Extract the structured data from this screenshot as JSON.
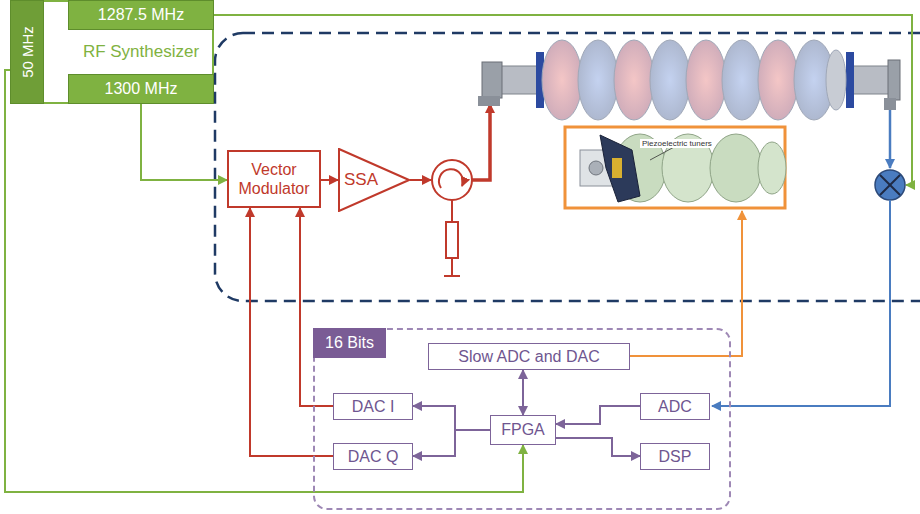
{
  "diagram": {
    "nodes": [
      {
        "text": [
          "RF Synthesizer"
        ]
      },
      {
        "text": [
          "1287.5 MHz"
        ],
        "in": 0
      },
      {
        "text": [
          "1300 MHz"
        ],
        "in": 0
      },
      {
        "text": [
          "50 MHz"
        ],
        "in": 0
      },
      {
        "text": [
          "Vector Modulator"
        ]
      },
      {
        "text": [
          "SSA"
        ]
      },
      {
        "text": [
          "16 Bits"
        ]
      },
      {
        "text": [
          "Slow ADC and DAC"
        ],
        "in": 6
      },
      {
        "text": [
          "DAC I"
        ],
        "in": 6
      },
      {
        "text": [
          "FPGA"
        ],
        "in": 6
      },
      {
        "text": [
          "ADC"
        ],
        "in": 6
      },
      {
        "text": [
          "DAC Q"
        ],
        "in": 6
      },
      {
        "text": [
          "DSP"
        ],
        "in": 6
      }
    ],
    "edges": [
      {
        "from": 2,
        "to": 4,
        "arrow": "to"
      },
      {
        "from": 4,
        "to": 5,
        "arrow": "to"
      },
      {
        "from": 3,
        "to": 9,
        "arrow": "to"
      },
      {
        "from": 8,
        "to": 4,
        "arrow": "to"
      },
      {
        "from": 11,
        "to": 4,
        "arrow": "to"
      },
      {
        "from": 9,
        "to": 8,
        "arrow": "to"
      },
      {
        "from": 9,
        "to": 11,
        "arrow": "to"
      },
      {
        "from": 7,
        "to": 9,
        "arrow": "both"
      },
      {
        "from": 10,
        "to": 9,
        "arrow": "to"
      },
      {
        "from": 9,
        "to": 12,
        "arrow": "to"
      }
    ],
    "labels": [
      "Piezoelectric tuners"
    ]
  }
}
